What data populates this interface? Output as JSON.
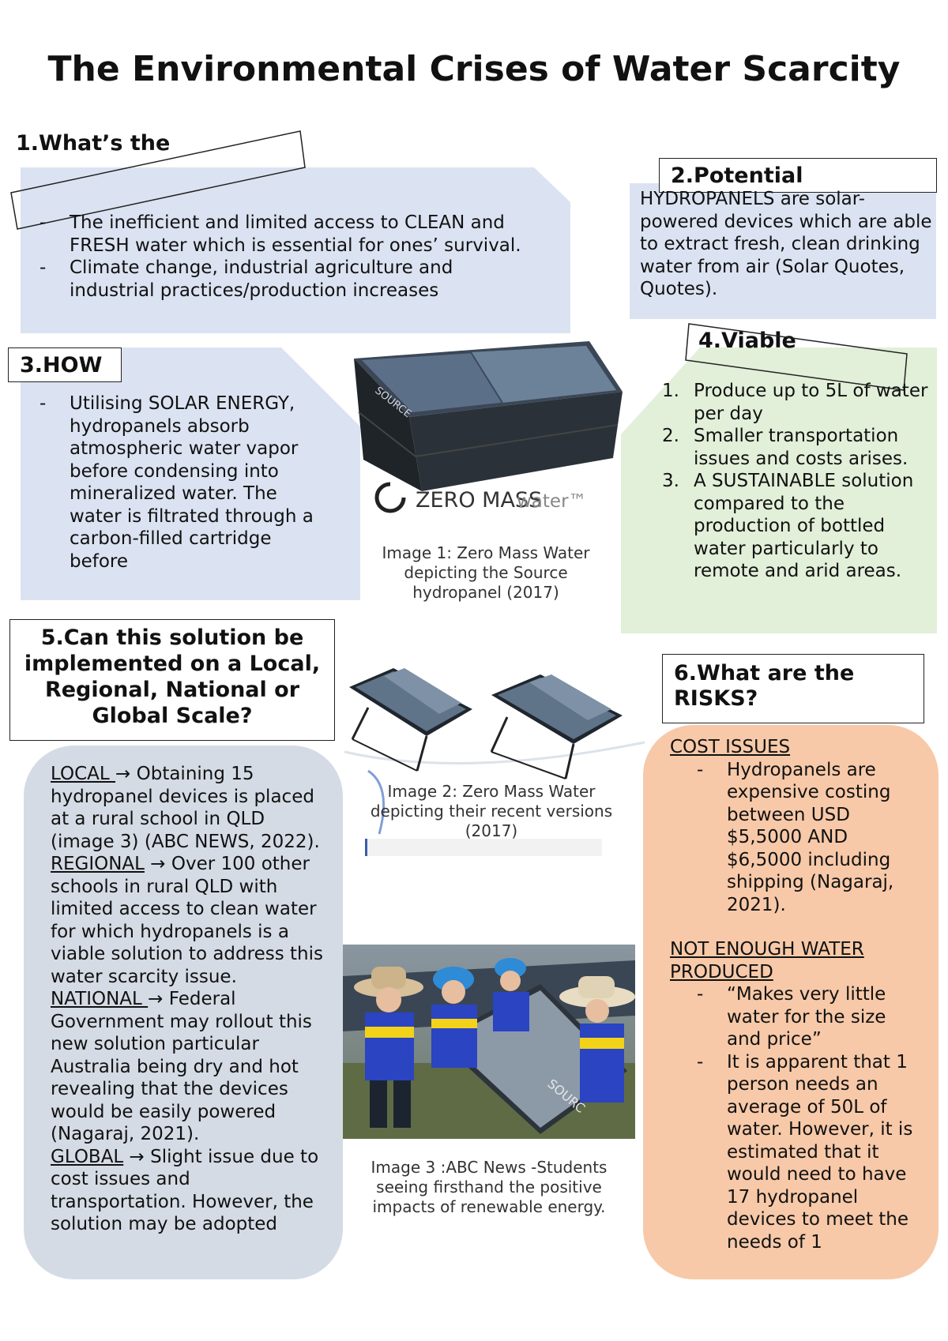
{
  "title": "The Environmental Crises of Water Scarcity",
  "colors": {
    "blue_panel": "#dbe3f2",
    "green_panel": "#e2efd9",
    "orange_panel": "#f7c9a8",
    "grey_panel": "#d5dbe5"
  },
  "section1": {
    "heading": "1.What’s the",
    "bullets": [
      "The inefficient and limited access to CLEAN and FRESH water which is essential for ones’ survival.",
      "Climate change, industrial agriculture and industrial practices/production increases"
    ]
  },
  "section2": {
    "heading": "2.Potential",
    "body": "HYDROPANELS are solar-powered devices which are able to extract fresh, clean drinking water from air (Solar Quotes, Quotes)."
  },
  "section3": {
    "heading": "3.HOW",
    "bullets": [
      "Utilising SOLAR ENERGY, hydropanels absorb atmospheric water vapor before condensing into mineralized water. The water is filtrated through a carbon-filled cartridge before"
    ]
  },
  "section4": {
    "heading": "4.Viable",
    "items": [
      "Produce up to 5L of water per day",
      "Smaller transportation issues and costs arises.",
      "A SUSTAINABLE solution compared to the production of bottled water particularly to remote and arid areas."
    ]
  },
  "section5": {
    "heading": "5.Can this solution be implemented on a Local, Regional, National or Global Scale?",
    "local_label": "LOCAL ",
    "local_text": "→ Obtaining 15 hydropanel devices is placed at a rural school in QLD (image 3) (ABC NEWS, 2022).",
    "regional_label": "REGIONAL",
    "regional_text": " → Over 100 other schools in rural QLD with limited access to clean water for which hydropanels is a viable solution to address this water scarcity issue.",
    "national_label": "NATIONAL ",
    "national_text": "→  Federal Government may rollout this new solution particular Australia being dry and hot revealing that the devices would be easily powered (Nagaraj, 2021).",
    "global_label": "GLOBAL",
    "global_text": " → Slight issue due to cost issues and transportation. However, the solution may be adopted"
  },
  "section6": {
    "heading": "6.What are the RISKS?",
    "cost_heading": "COST ISSUES",
    "cost_bullets": [
      "Hydropanels are expensive costing between USD $5,5000 AND $6,5000 including shipping (Nagaraj, 2021)."
    ],
    "water_heading": "NOT ENOUGH WATER PRODUCED",
    "water_bullets": [
      "“Makes very little water for the size and price”",
      "It is apparent that 1 person needs an average of 50L of water. However, it is estimated that it would need to have 17 hydropanel devices to meet the needs of 1"
    ]
  },
  "image1": {
    "brand": "ZERO MASS",
    "brand_suffix": "water™",
    "panel_label": "SOURCE",
    "caption": "Image 1: Zero Mass Water depicting the Source hydropanel (2017)"
  },
  "image2": {
    "caption": "Image 2: Zero Mass Water depicting their recent versions (2017)"
  },
  "image3": {
    "panel_label": "SOURC",
    "caption": "Image 3 :ABC News -Students seeing firsthand the positive impacts of renewable energy."
  }
}
